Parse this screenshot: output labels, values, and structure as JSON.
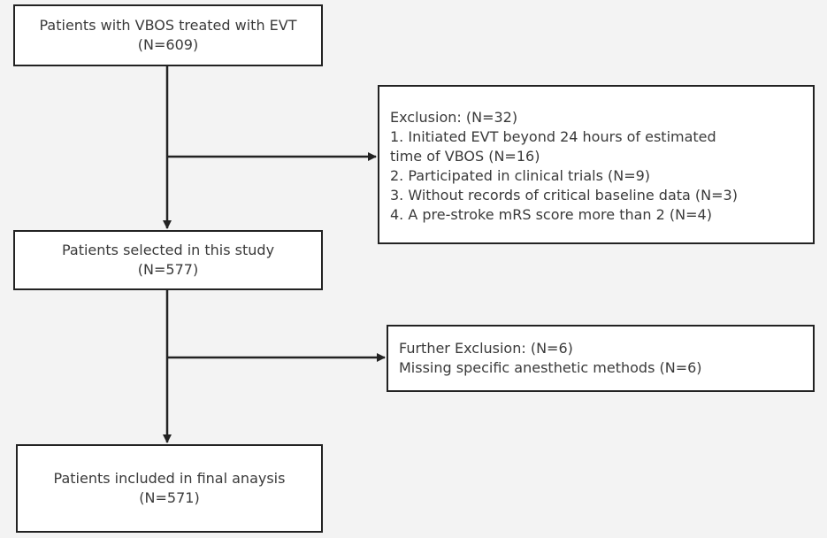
{
  "flowchart": {
    "start_box": {
      "line1": "Patients with VBOS treated with EVT",
      "line2": "(N=609)"
    },
    "exclusion_box": {
      "title": "Exclusion: (N=32)",
      "items": [
        "1. Initiated EVT beyond 24 hours of estimated",
        "time of VBOS (N=16)",
        "2. Participated in clinical trials (N=9)",
        "3. Without records of critical baseline data (N=3)",
        "4. A pre-stroke mRS score more than 2 (N=4)"
      ]
    },
    "selected_box": {
      "line1": "Patients selected in this study",
      "line2": "(N=577)"
    },
    "further_box": {
      "title": "Further Exclusion: (N=6)",
      "line2": "Missing specific anesthetic methods (N=6)"
    },
    "final_box": {
      "line1": "Patients included in final anaysis",
      "line2": "(N=571)"
    }
  },
  "colors": {
    "background": "#f3f3f3",
    "box_fill": "#ffffff",
    "stroke": "#222222",
    "text": "#3a3a3a"
  }
}
